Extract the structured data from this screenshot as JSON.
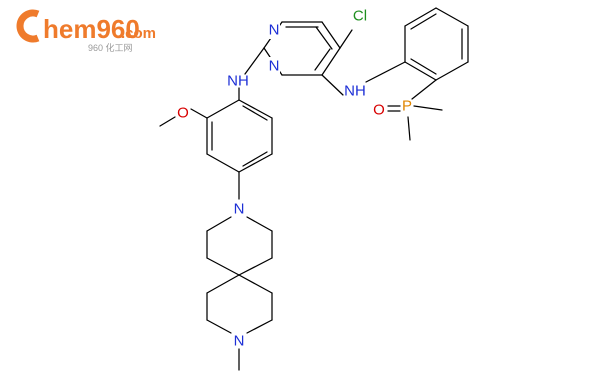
{
  "logo": {
    "brand": "hem960",
    "tld": ".com",
    "subtitle": "960 化工网",
    "colors": {
      "brand": "#ef7b2c",
      "subtitle": "#9a9a9a"
    }
  },
  "atoms": {
    "nh1": "NH",
    "nh2": "NH",
    "n_top": "N",
    "n_low": "N",
    "cl": "Cl",
    "o_methoxy": "O",
    "o_phos": "O",
    "p": "P",
    "n_spiro1": "N",
    "n_spiro2": "N"
  },
  "colors": {
    "N": "#1d2fd6",
    "O": "#d80000",
    "Cl": "#1f8f1f",
    "P": "#e08600",
    "bond": "#000000"
  }
}
